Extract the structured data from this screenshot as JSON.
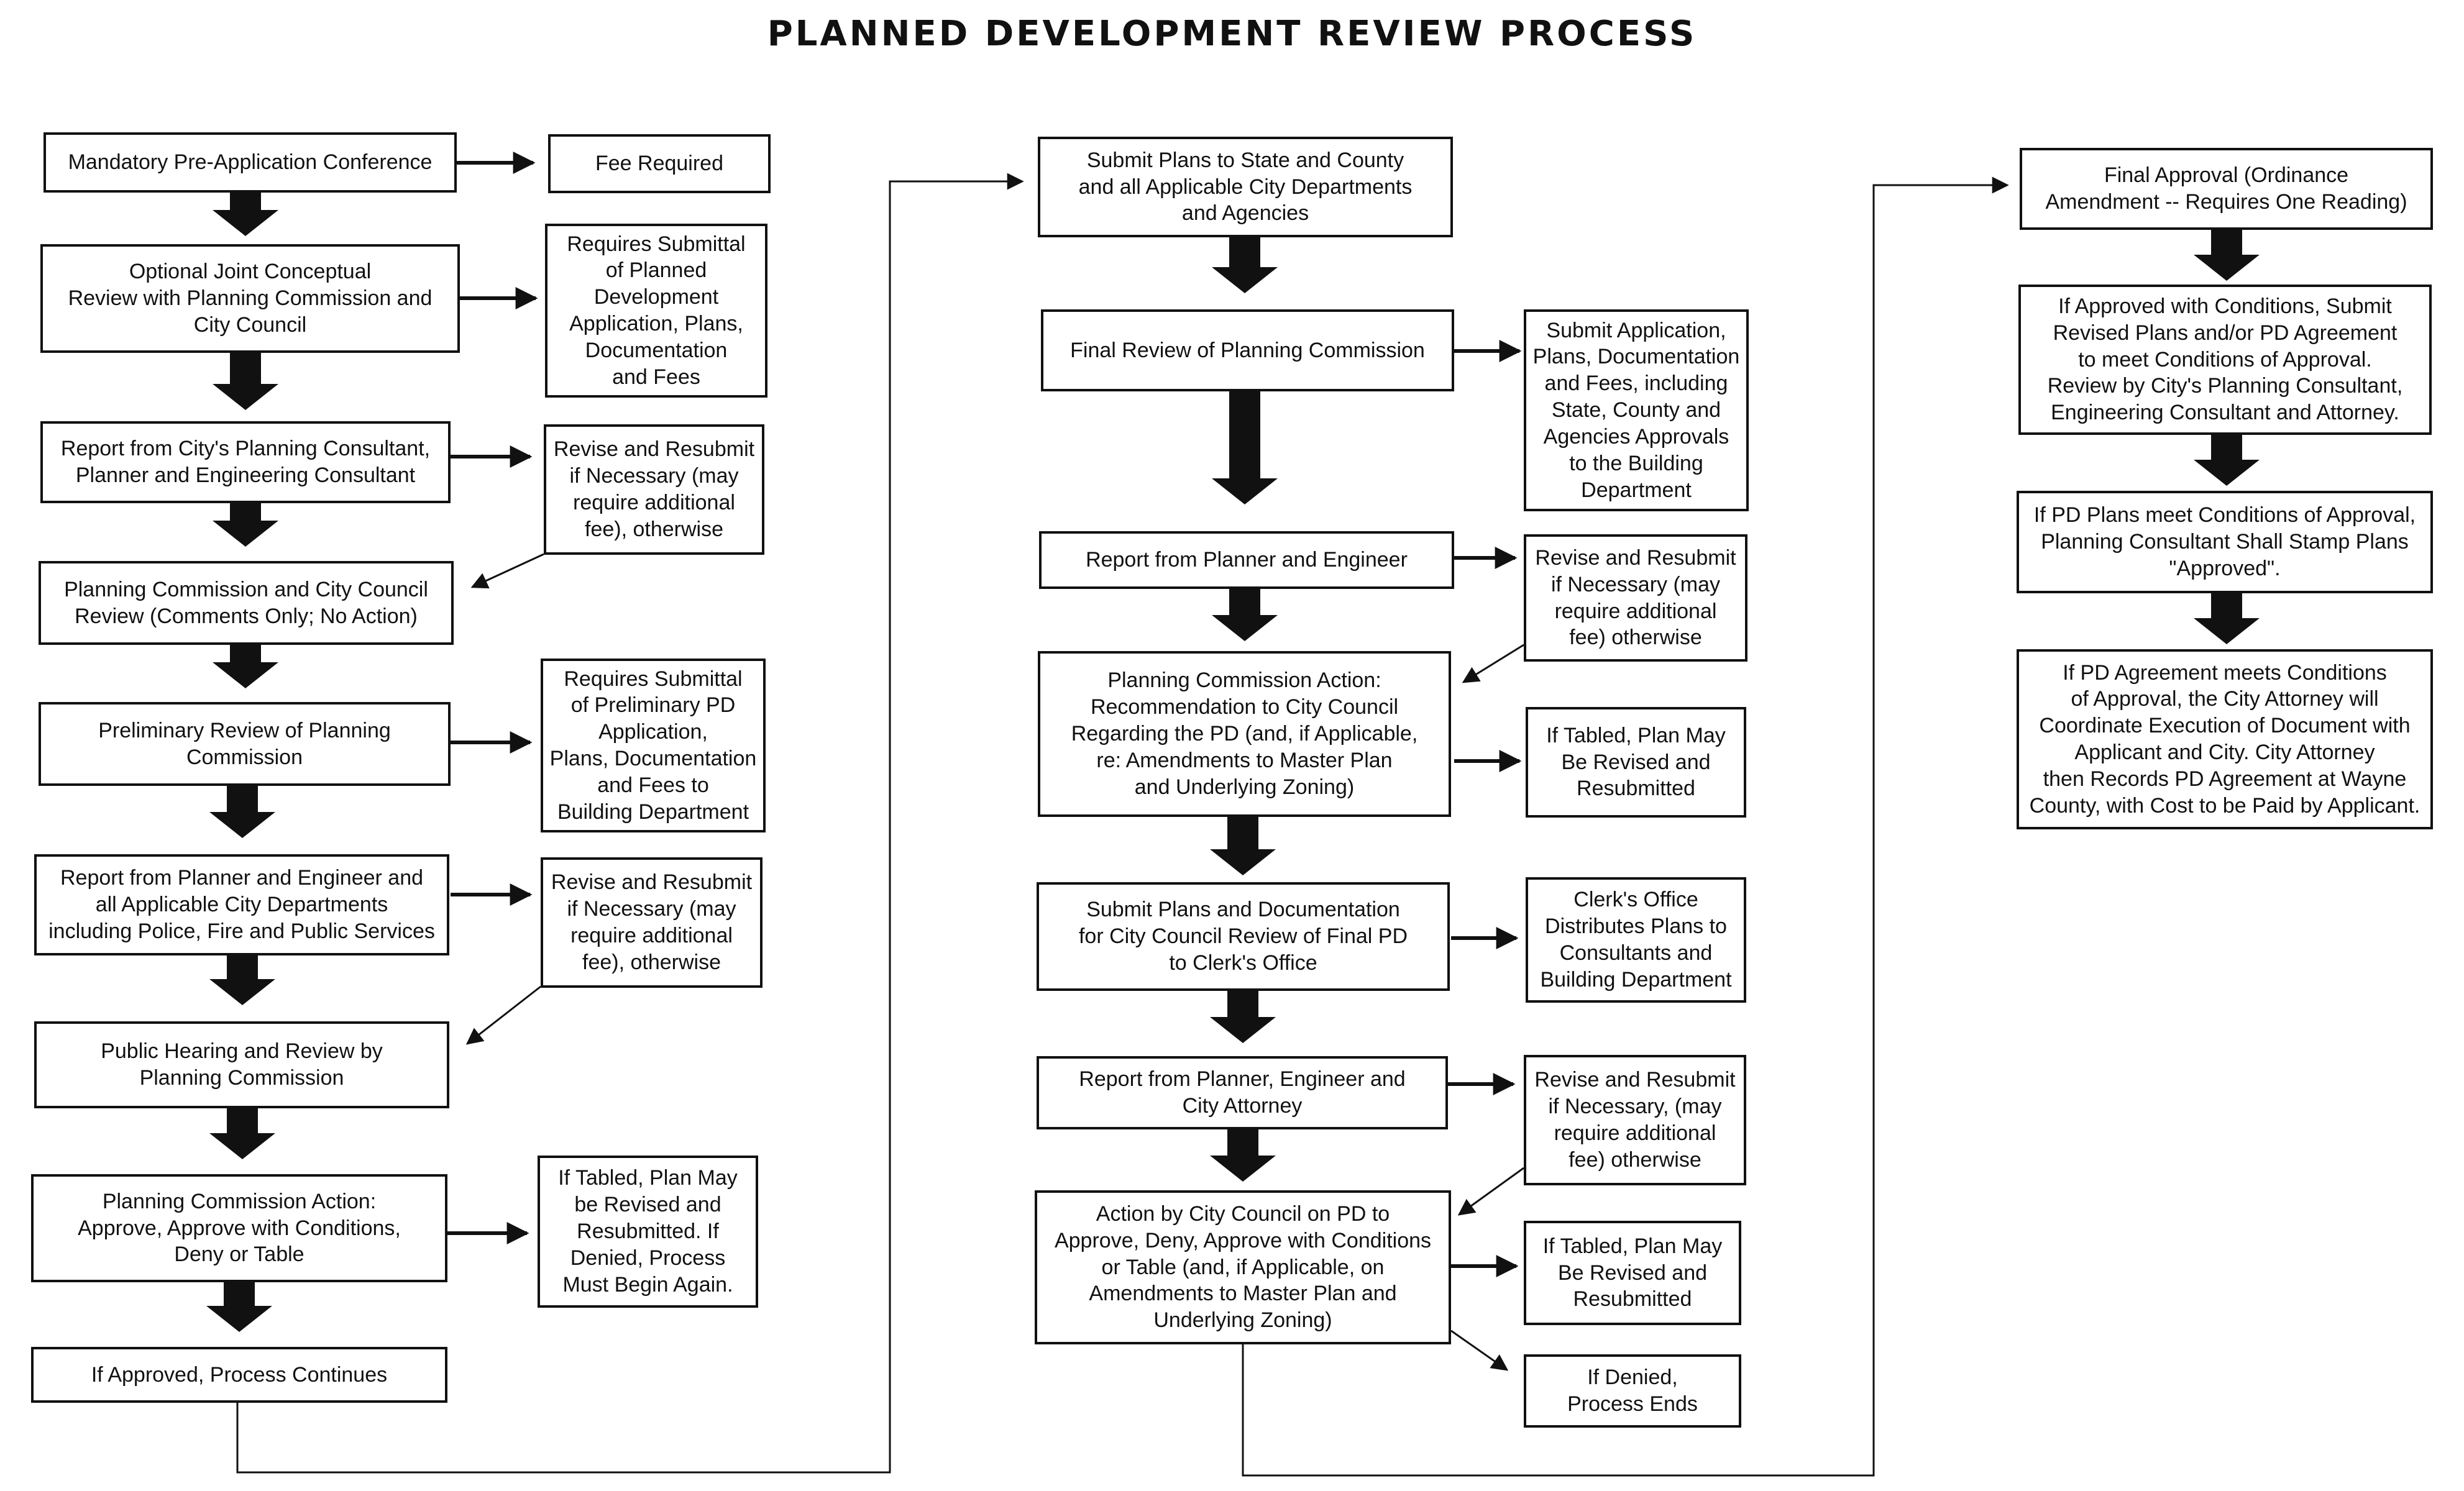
{
  "title": "PLANNED DEVELOPMENT REVIEW PROCESS",
  "column1": {
    "steps": [
      "Mandatory Pre-Application Conference",
      "Optional Joint Conceptual\nReview with Planning Commission and\nCity Council",
      "Report from City's Planning Consultant,\nPlanner and Engineering Consultant",
      "Planning Commission and City Council\nReview (Comments Only; No Action)",
      "Preliminary Review of Planning\nCommission",
      "Report from Planner and Engineer and\nall Applicable City Departments\nincluding Police, Fire and Public Services",
      "Public Hearing and Review by\nPlanning Commission",
      "Planning Commission Action:\nApprove, Approve with Conditions,\nDeny or Table",
      "If Approved, Process Continues"
    ],
    "notes": [
      "Fee Required",
      "Requires Submittal\nof Planned\nDevelopment\nApplication, Plans,\nDocumentation\nand Fees",
      "Revise and Resubmit\nif Necessary (may\nrequire additional\nfee), otherwise",
      "Requires Submittal\nof Preliminary PD\nApplication,\nPlans, Documentation\nand Fees to\nBuilding Department",
      "Revise and Resubmit\nif Necessary (may\nrequire additional\nfee), otherwise",
      "If Tabled, Plan May\nbe Revised and\nResubmitted.  If\nDenied, Process\nMust Begin Again."
    ]
  },
  "column2": {
    "steps": [
      "Submit Plans to State and County\nand all Applicable City Departments\nand Agencies",
      "Final Review of Planning Commission",
      "Report from Planner and Engineer",
      "Planning Commission Action:\nRecommendation to City Council\nRegarding the PD (and, if Applicable,\nre: Amendments to Master Plan\nand Underlying Zoning)",
      "Submit Plans and Documentation\nfor City Council Review of Final PD\nto Clerk's Office",
      "Report from Planner, Engineer and\nCity Attorney",
      "Action by City Council on PD to\nApprove, Deny, Approve with Conditions\nor Table (and, if Applicable, on\nAmendments to Master Plan and\nUnderlying Zoning)"
    ],
    "notes": [
      "Submit Application,\nPlans, Documentation\nand Fees, including\nState, County and\nAgencies Approvals\nto the Building\nDepartment",
      "Revise and Resubmit\nif Necessary (may\nrequire additional\nfee) otherwise",
      "If Tabled, Plan May\nBe Revised and\nResubmitted",
      "Clerk's Office\nDistributes Plans to\nConsultants and\nBuilding Department",
      "Revise and Resubmit\nif Necessary, (may\nrequire additional\nfee) otherwise",
      "If Tabled, Plan May\nBe Revised and\nResubmitted",
      "If Denied,\nProcess Ends"
    ]
  },
  "column3": {
    "steps": [
      "Final Approval (Ordinance\nAmendment -- Requires One Reading)",
      "If Approved with Conditions, Submit\nRevised Plans and/or PD Agreement\nto meet Conditions of Approval.\nReview by City's Planning Consultant,\nEngineering Consultant and Attorney.",
      "If PD Plans meet Conditions of Approval,\nPlanning Consultant Shall Stamp Plans\n\"Approved\".",
      "If PD Agreement meets Conditions\nof Approval, the City Attorney will\nCoordinate Execution of Document with\nApplicant and City.  City Attorney\nthen Records PD Agreement at Wayne\nCounty, with Cost to be Paid by Applicant."
    ]
  }
}
